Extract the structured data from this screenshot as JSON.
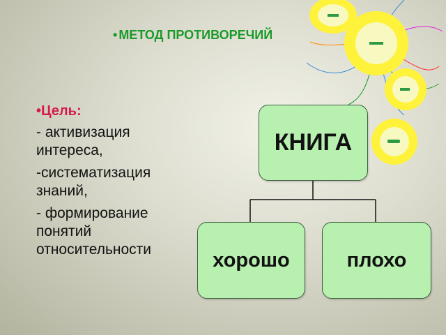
{
  "title": {
    "bullet": "•",
    "text": "МЕТОД ПРОТИВОРЕЧИЙ"
  },
  "goal": {
    "heading": "•Цель:",
    "items": [
      "- активизация интереса,",
      "-систематизация знаний,",
      "- формирование понятий относительности"
    ]
  },
  "diagram": {
    "root": "КНИГА",
    "left": "хорошо",
    "right": "плохо"
  },
  "decoration": {
    "flower_colors": {
      "petal": "#fff23a",
      "center": "#f7f9c0",
      "minus": "#2f9a44"
    },
    "box_color": "#b8f0b0"
  }
}
